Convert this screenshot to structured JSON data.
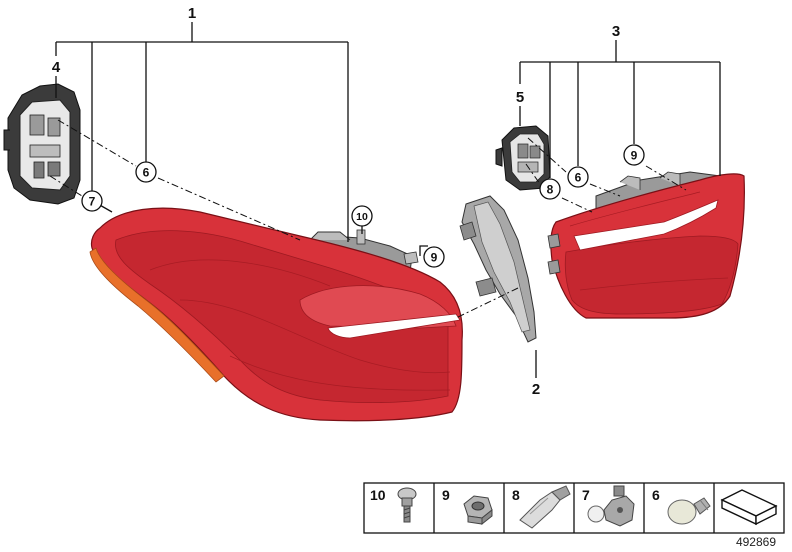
{
  "callouts": {
    "outer_lamp": "1",
    "cover": "2",
    "inner_lamp": "3",
    "outer_bulb_holder": "4",
    "inner_bulb_holder": "5",
    "bulb_left": "6",
    "bulb_right": "6",
    "socket_left": "7",
    "socket_right": "8",
    "nut_left": "9",
    "nut_right": "9",
    "screw": "10"
  },
  "parts_strip": [
    {
      "number": "10",
      "icon": "screw-icon"
    },
    {
      "number": "9",
      "icon": "hex-nut-icon"
    },
    {
      "number": "8",
      "icon": "wedge-bulb-icon"
    },
    {
      "number": "7",
      "icon": "bulb-socket-icon"
    },
    {
      "number": "6",
      "icon": "ball-bulb-icon"
    },
    {
      "number": "",
      "icon": "kit-symbol-icon"
    }
  ],
  "document_id": "492869",
  "colors": {
    "lens_red": "#d8323a",
    "lens_dark_red": "#b81e28",
    "lens_orange": "#e8702a",
    "housing_grey": "#8c8c8c",
    "housing_dark": "#3a3a3a",
    "line": "#111111"
  }
}
